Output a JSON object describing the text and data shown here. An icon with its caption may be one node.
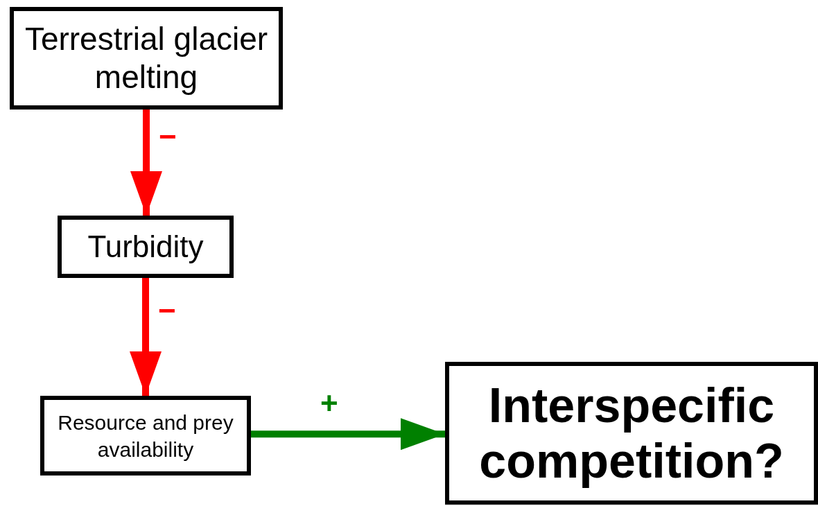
{
  "diagram": {
    "nodes": [
      {
        "text": [
          "Terrestrial glacier melting"
        ]
      },
      {
        "text": [
          "Turbidity"
        ]
      },
      {
        "text": [
          "Resource and prey availability"
        ]
      },
      {
        "text": [
          "Interspecific competition?"
        ]
      }
    ],
    "edges": [
      {
        "from": 0,
        "to": 1,
        "arrow": "to",
        "label": "−",
        "color": "#ff0000"
      },
      {
        "from": 1,
        "to": 2,
        "arrow": "to",
        "label": "−",
        "color": "#ff0000"
      },
      {
        "from": 2,
        "to": 3,
        "arrow": "to",
        "label": "+",
        "color": "#008000"
      }
    ]
  }
}
